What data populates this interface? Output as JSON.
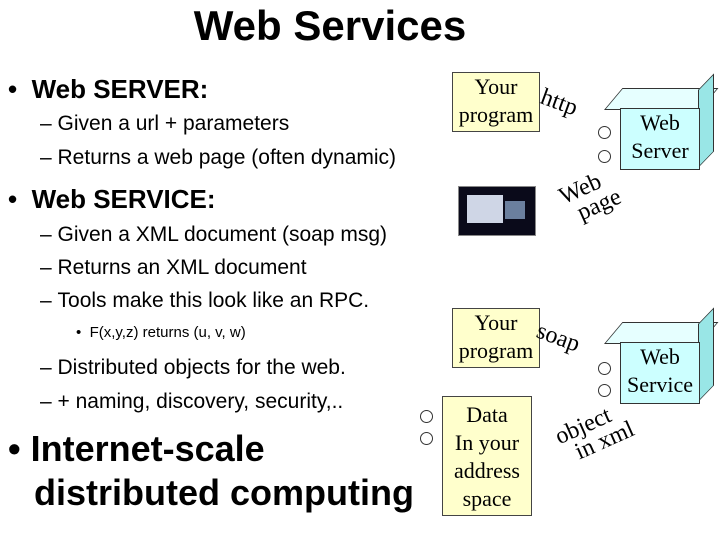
{
  "title": "Web Services",
  "bullets": {
    "server": "Web SERVER:",
    "server_sub1": "Given a url + parameters",
    "server_sub2": "Returns a web page (often dynamic)",
    "service": "Web SERVICE:",
    "service_sub1": "Given a XML document (soap msg)",
    "service_sub2": "Returns an XML document",
    "service_sub3": "Tools make this look like an RPC.",
    "rpc_example": "F(x,y,z) returns (u, v, w)",
    "service_sub4": "Distributed objects for the web.",
    "service_sub5": "+ naming, discovery, security,..",
    "internet_line1": "Internet-scale",
    "internet_line2": "distributed computing"
  },
  "diagram": {
    "program1_line1": "Your",
    "program1_line2": "program",
    "http_label": "http",
    "web_page_line1": "Web",
    "web_page_line2": "page",
    "server_line1": "Web",
    "server_line2": "Server",
    "program2_line1": "Your",
    "program2_line2": "program",
    "soap_label": "soap",
    "object_line1": "object",
    "object_line2": "in xml",
    "service_line1": "Web",
    "service_line2": "Service",
    "data_line1": "Data",
    "data_line2": "In your",
    "data_line3": "address",
    "data_line4": "space"
  },
  "colors": {
    "program_box": "#ffffcc",
    "server_box": "#ccffff"
  }
}
